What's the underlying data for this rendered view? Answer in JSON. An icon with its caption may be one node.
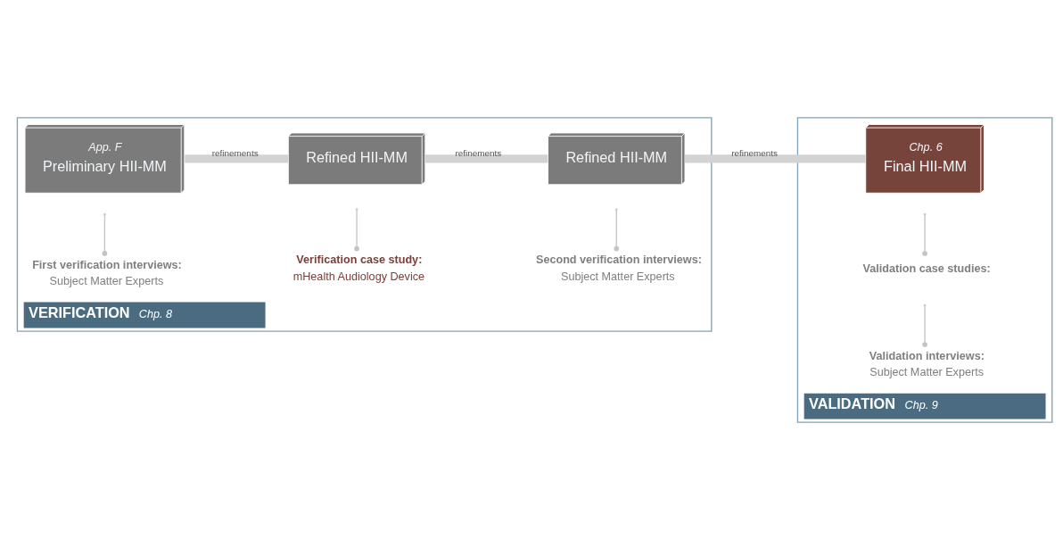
{
  "diagram": {
    "nodes": [
      {
        "text": [
          "VERIFICATION"
        ],
        "beside": [
          "Chp. 8"
        ]
      },
      {
        "text": [
          "App. F",
          "Preliminary HII-MM"
        ],
        "in": 0
      },
      {
        "text": [
          "Refined HII-MM"
        ],
        "in": 0
      },
      {
        "text": [
          "Refined HII-MM"
        ],
        "in": 0
      },
      {
        "text": [
          "VALIDATION"
        ],
        "beside": [
          "Chp. 9"
        ]
      },
      {
        "text": [
          "Chp. 6",
          "Final HII-MM"
        ],
        "in": 4
      },
      {
        "text": [
          "First verification interviews:",
          "Subject Matter Experts"
        ],
        "in": 0
      },
      {
        "text": [
          "Verification case study:",
          "mHealth Audiology Device"
        ],
        "in": 0
      },
      {
        "text": [
          "Second verification interviews:",
          "Subject Matter Experts"
        ],
        "in": 0
      },
      {
        "text": [
          "Validation case studies:"
        ],
        "in": 4
      },
      {
        "text": [
          "Validation interviews:",
          "Subject Matter Experts"
        ],
        "in": 4
      }
    ],
    "edges": [
      {
        "from": 1,
        "to": 2,
        "label": "refinements",
        "arrow": "none",
        "style": "thick"
      },
      {
        "from": 2,
        "to": 3,
        "label": "refinements",
        "arrow": "none",
        "style": "thick"
      },
      {
        "from": 3,
        "to": 5,
        "label": "refinements",
        "arrow": "none",
        "style": "thick"
      },
      {
        "from": 6,
        "to": null,
        "arrow": "other"
      },
      {
        "from": 7,
        "to": null,
        "arrow": "other"
      },
      {
        "from": 8,
        "to": null,
        "arrow": "other"
      },
      {
        "from": 9,
        "to": null,
        "arrow": "other"
      },
      {
        "from": 10,
        "to": null,
        "arrow": "other"
      }
    ]
  }
}
